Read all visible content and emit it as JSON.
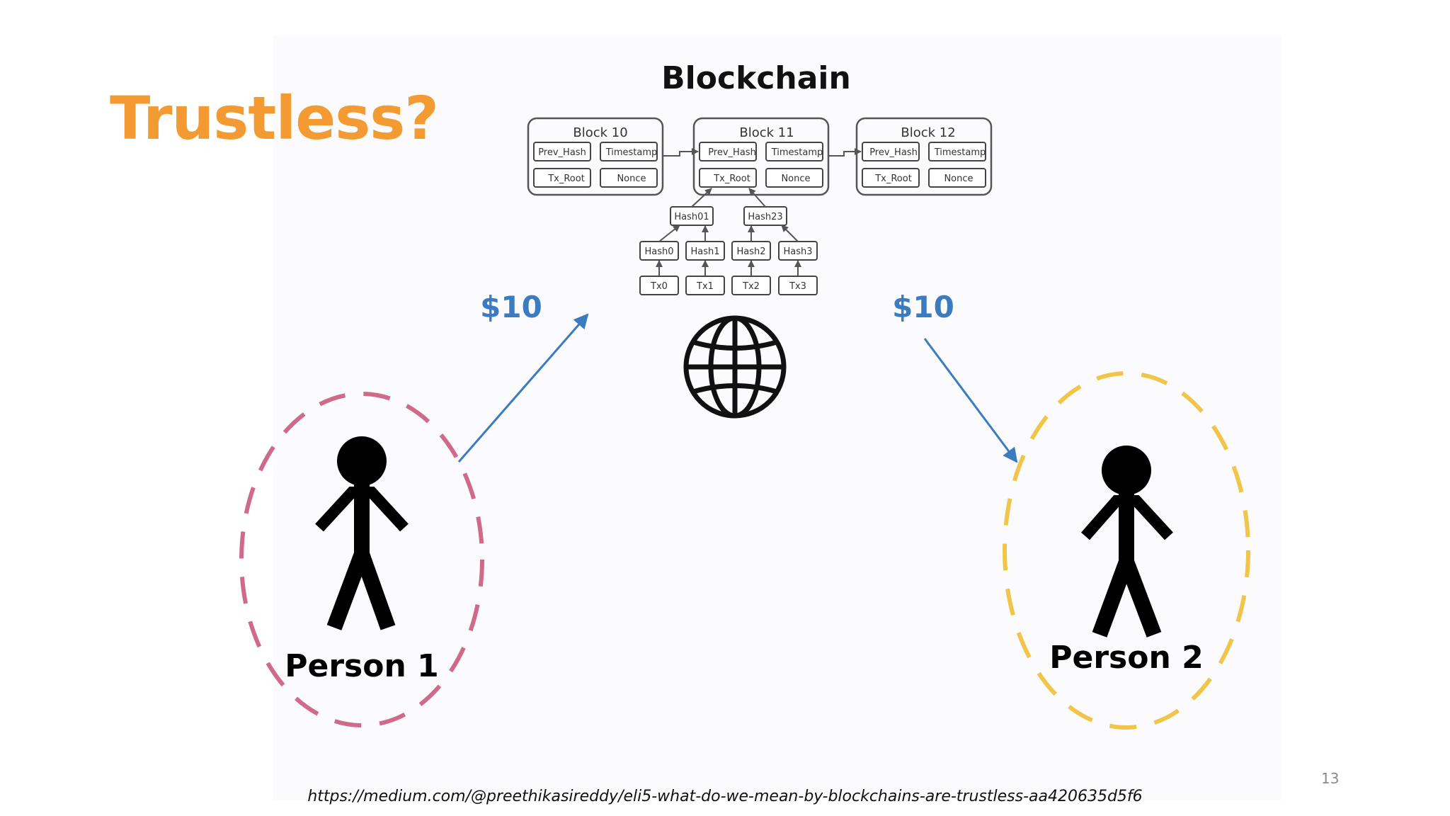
{
  "slide": {
    "title": "Trustless?",
    "page_number": "13",
    "source_url": "https://medium.com/@preethikasireddy/eli5-what-do-we-mean-by-blockchains-are-trustless-aa420635d5f6"
  },
  "diagram": {
    "heading": "Blockchain",
    "blocks": [
      {
        "title": "Block 10",
        "fields": [
          "Prev_Hash",
          "Timestamp",
          "Tx_Root",
          "Nonce"
        ]
      },
      {
        "title": "Block 11",
        "fields": [
          "Prev_Hash",
          "Timestamp",
          "Tx_Root",
          "Nonce"
        ]
      },
      {
        "title": "Block 12",
        "fields": [
          "Prev_Hash",
          "Timestamp",
          "Tx_Root",
          "Nonce"
        ]
      }
    ],
    "merkle": {
      "level2": [
        "Hash01",
        "Hash23"
      ],
      "level1": [
        "Hash0",
        "Hash1",
        "Hash2",
        "Hash3"
      ],
      "transactions": [
        "Tx0",
        "Tx1",
        "Tx2",
        "Tx3"
      ]
    },
    "left_amount": "$10",
    "right_amount": "$10",
    "person1_label": "Person 1",
    "person2_label": "Person 2",
    "colors": {
      "title": "#f39a33",
      "amount": "#3b7bbf",
      "arrow": "#3b7bbf",
      "person1_circle": "#d06a8a",
      "person2_circle": "#f0c54a"
    }
  }
}
